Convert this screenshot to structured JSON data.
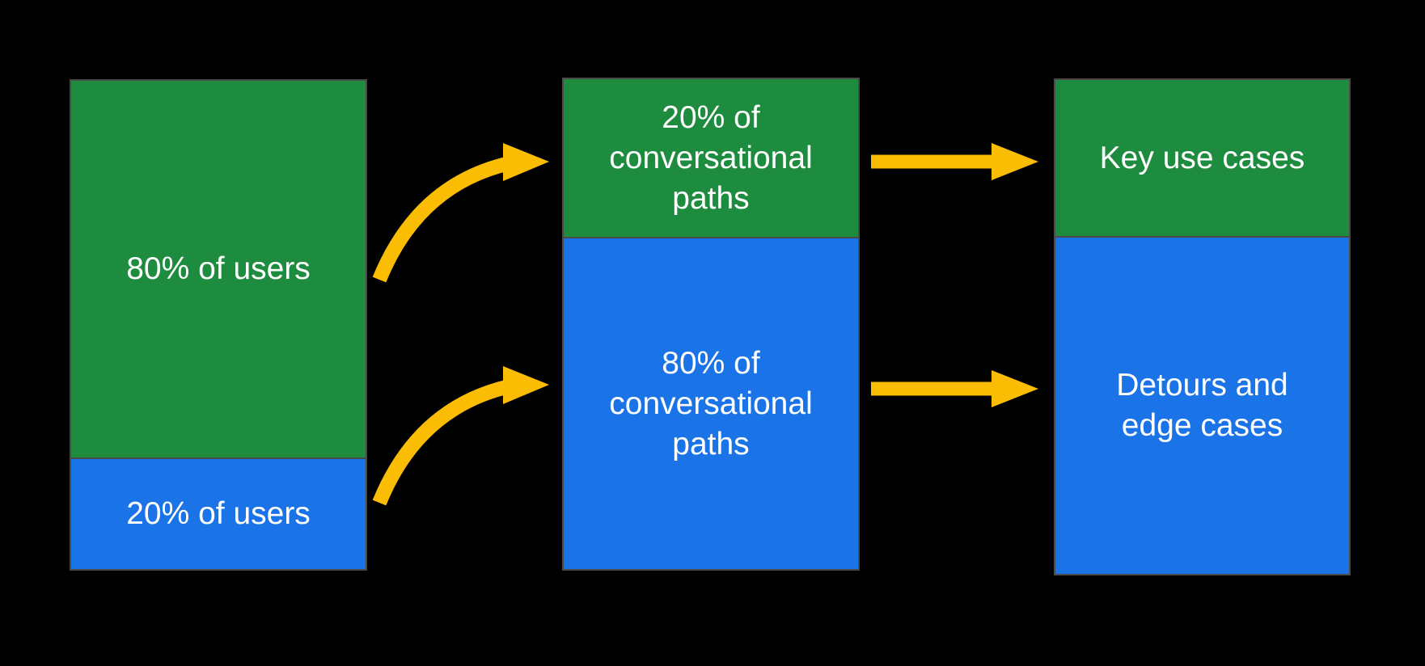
{
  "colors": {
    "background": "#000000",
    "bar_border": "#4a4a4a",
    "green": "#1e8c3e",
    "blue": "#1b73e8",
    "arrow_yellow": "#fbbc04",
    "text": "#ffffff"
  },
  "columns": [
    {
      "name": "users",
      "segments": [
        {
          "label": "80% of users",
          "color": "green",
          "height_pct": 77
        },
        {
          "label": "20% of users",
          "color": "blue",
          "height_pct": 23
        }
      ]
    },
    {
      "name": "conversational-paths",
      "segments": [
        {
          "label": "20% of\nconversational\npaths",
          "color": "green",
          "height_pct": 32
        },
        {
          "label": "80% of\nconversational\npaths",
          "color": "blue",
          "height_pct": 68
        }
      ]
    },
    {
      "name": "outcomes",
      "segments": [
        {
          "label": "Key use cases",
          "color": "green",
          "height_pct": 32
        },
        {
          "label": "Detours and\nedge cases",
          "color": "blue",
          "height_pct": 68
        }
      ]
    }
  ],
  "arrows": [
    {
      "name": "curved-arrow-top",
      "style": "curved",
      "from": "users-green",
      "to": "paths-green"
    },
    {
      "name": "curved-arrow-bottom",
      "style": "curved",
      "from": "users-blue",
      "to": "paths-blue"
    },
    {
      "name": "straight-arrow-top",
      "style": "straight",
      "from": "paths-green",
      "to": "outcomes-green"
    },
    {
      "name": "straight-arrow-bottom",
      "style": "straight",
      "from": "paths-blue",
      "to": "outcomes-blue"
    }
  ]
}
